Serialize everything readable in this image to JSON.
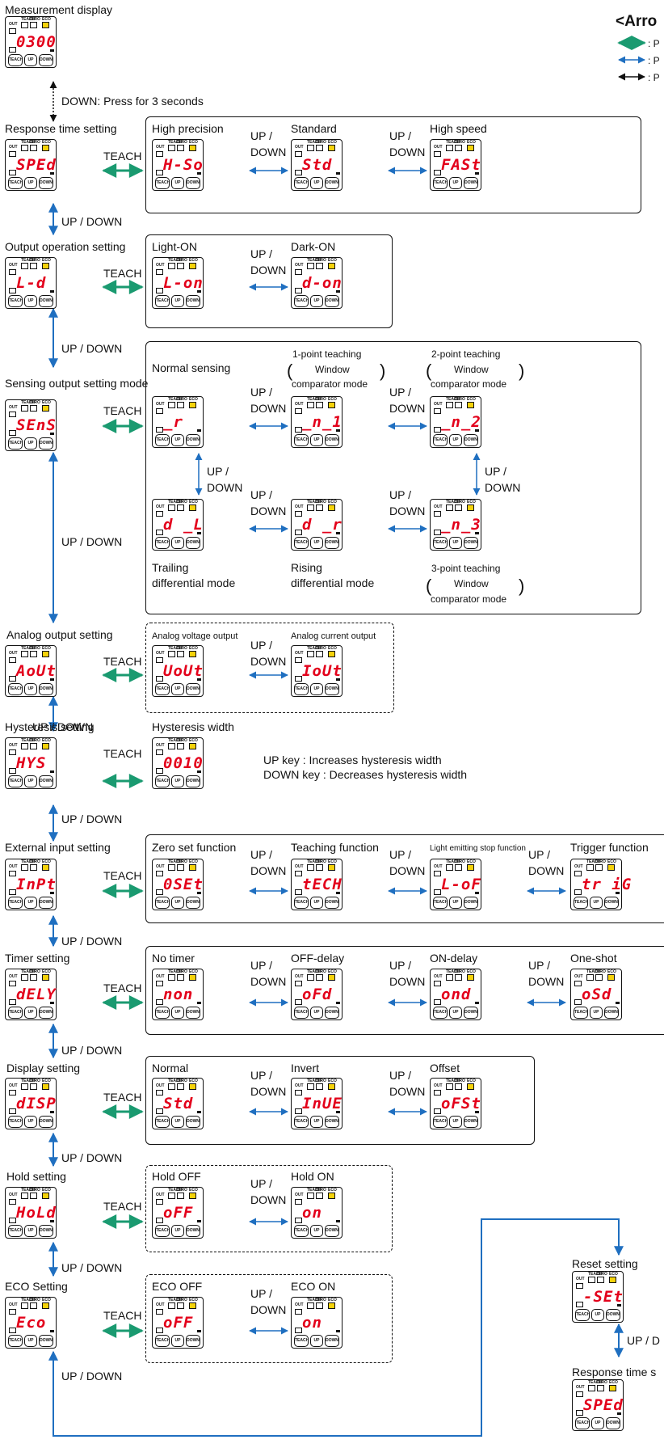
{
  "legend": {
    "title": "<Arro",
    "items": [
      ": P",
      ": P",
      ": P"
    ],
    "colors": {
      "green": "#1a9a70",
      "blue": "#1f6fc0",
      "black": "#111111"
    }
  },
  "measurement": {
    "label": "Measurement display",
    "display": "0300",
    "down_note": "DOWN: Press for 3 seconds"
  },
  "common": {
    "teach": "TEACH",
    "up_down": "UP / DOWN",
    "up_slash": "UP /",
    "down": "DOWN",
    "btn_teach": "TEACH",
    "btn_up": "UP",
    "btn_down": "DOWN",
    "tag_out": "OUT",
    "tag_teach": "TEACH",
    "tag_zero": "ZERO",
    "tag_eco": "ECO"
  },
  "rows": {
    "response": {
      "label": "Response time setting",
      "display": "SPEd",
      "options": [
        {
          "label": "High precision",
          "display": "H-So"
        },
        {
          "label": "Standard",
          "display": "Std"
        },
        {
          "label": "High speed",
          "display": "FASt"
        }
      ]
    },
    "output": {
      "label": "Output operation setting",
      "display": "L-d",
      "options": [
        {
          "label": "Light-ON",
          "display": "L-on"
        },
        {
          "label": "Dark-ON",
          "display": "d-on"
        }
      ]
    },
    "sensing": {
      "label": "Sensing output setting mode",
      "display": "SEnS",
      "options": [
        {
          "label": "Normal sensing",
          "display": "_r"
        },
        {
          "label": "1-point teaching",
          "sub": "Window",
          "sub2": "comparator mode",
          "display": "_n_1"
        },
        {
          "label": "2-point teaching",
          "sub": "Window",
          "sub2": "comparator mode",
          "display": "_n_2"
        },
        {
          "label": "Trailing",
          "sub": "differential mode",
          "display": "d _L"
        },
        {
          "label": "Rising",
          "sub": "differential mode",
          "display": "d _r"
        },
        {
          "label": "3-point teaching",
          "sub": "Window",
          "sub2": "comparator mode",
          "display": "_n_3"
        }
      ]
    },
    "analog": {
      "label": "Analog output setting",
      "display": "AoUt",
      "options": [
        {
          "label": "Analog voltage output",
          "display": "UoUt"
        },
        {
          "label": "Analog current output",
          "display": "IoUt"
        }
      ]
    },
    "hysteresis": {
      "label": "Hysteresis setting",
      "overlap": "UP / DOWN",
      "display": "HYS",
      "options": [
        {
          "label": "Hysteresis width",
          "display": "0010"
        }
      ],
      "note1": "UP key        : Increases hysteresis width",
      "note2": "DOWN key : Decreases hysteresis width"
    },
    "external": {
      "label": "External input setting",
      "display": "InPt",
      "options": [
        {
          "label": "Zero set function",
          "display": "0SEt"
        },
        {
          "label": "Teaching function",
          "display": "tECH"
        },
        {
          "label": "Light emitting stop function",
          "display": "L-oF"
        },
        {
          "label": "Trigger function",
          "display": "tr iG"
        }
      ]
    },
    "timer": {
      "label": "Timer setting",
      "display": "dELY",
      "options": [
        {
          "label": "No timer",
          "display": "non"
        },
        {
          "label": "OFF-delay",
          "display": "oFd"
        },
        {
          "label": "ON-delay",
          "display": "ond"
        },
        {
          "label": "One-shot",
          "display": "oSd"
        }
      ]
    },
    "display": {
      "label": "Display setting",
      "display": "dISP",
      "options": [
        {
          "label": "Normal",
          "display": "Std"
        },
        {
          "label": "Invert",
          "display": "InUE"
        },
        {
          "label": "Offset",
          "display": "oFSt"
        }
      ]
    },
    "hold": {
      "label": "Hold setting",
      "display": "HoLd",
      "options": [
        {
          "label": "Hold OFF",
          "display": "oFF"
        },
        {
          "label": "Hold ON",
          "display": "on"
        }
      ]
    },
    "eco": {
      "label": "ECO Setting",
      "display": "Eco",
      "options": [
        {
          "label": "ECO OFF",
          "display": "oFF"
        },
        {
          "label": "ECO ON",
          "display": "on"
        }
      ]
    },
    "reset": {
      "label": "Reset setting",
      "display": "-SEt",
      "next_label": "Response time s",
      "next_display": "SPEd",
      "up_down": "UP / D"
    }
  }
}
